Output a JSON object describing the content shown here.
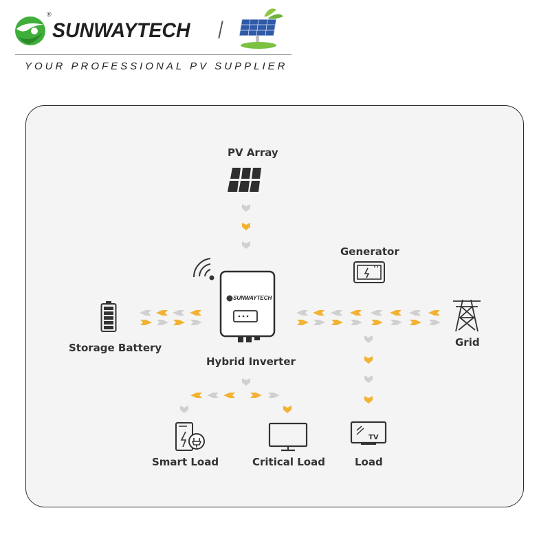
{
  "header": {
    "brand": "SUNWAYTECH",
    "trademark": "®",
    "slogan": "YOUR PROFESSIONAL PV SUPPLIER"
  },
  "diagram": {
    "nodes": {
      "pv_array": "PV Array",
      "generator": "Generator",
      "storage_battery": "Storage Battery",
      "hybrid_inverter": "Hybrid Inverter",
      "grid": "Grid",
      "smart_load": "Smart Load",
      "critical_load": "Critical Load",
      "load": "Load"
    },
    "inverter_brand": "SUNWAYTECH",
    "tv_icon_text": "TV"
  },
  "colors": {
    "accent_orange": "#f2b233",
    "arrow_gray": "#d0d0d0",
    "brand_green": "#3fae3a",
    "panel_border": "#2b2b2b",
    "icon_dark": "#333333"
  }
}
